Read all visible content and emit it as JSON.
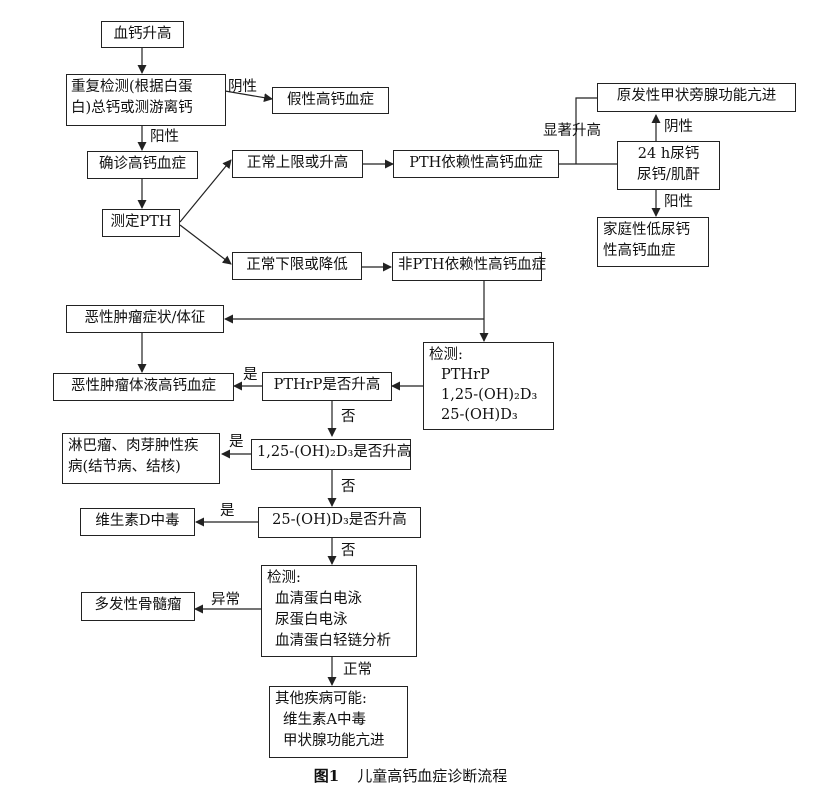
{
  "nodes": {
    "elevated_calcium": "血钙升高",
    "recheck": [
      "重复检测(根据白蛋",
      "白)总钙或测游离钙"
    ],
    "pseudo_hypercalcemia": "假性高钙血症",
    "confirmed": "确诊高钙血症",
    "measure_pth": "测定PTH",
    "upper_normal_or_high": "正常上限或升高",
    "pth_dependent": "PTH依赖性高钙血症",
    "primary_hyperparathyroidism": "原发性甲状旁腺功能亢进",
    "urine_calcium": [
      "24 h尿钙",
      "尿钙/肌酐"
    ],
    "familial_hypocalciuric": [
      "家庭性低尿钙",
      "性高钙血症"
    ],
    "lower_normal_or_low": "正常下限或降低",
    "non_pth_dependent": "非PTH依赖性高钙血症",
    "malignancy_signs": "恶性肿瘤症状/体征",
    "tests_1": [
      "检测:",
      "PTHrP",
      "1,25-(OH)₂D₃",
      "25-(OH)D₃"
    ],
    "humoral_malignancy": "恶性肿瘤体液高钙血症",
    "pthrp_elevated": "PTHrP是否升高",
    "lymphoma_granuloma": [
      "淋巴瘤、肉芽肿性疾",
      "病(结节病、结核)"
    ],
    "calcitriol_elevated": "1,25-(OH)₂D₃是否升高",
    "vitd_toxicity": "维生素D中毒",
    "calcidiol_elevated": "25-(OH)D₃是否升高",
    "tests_2": [
      "检测:",
      "血清蛋白电泳",
      "尿蛋白电泳",
      "血清蛋白轻链分析"
    ],
    "multiple_myeloma": "多发性骨髓瘤",
    "other_diseases": [
      "其他疾病可能:",
      "维生素A中毒",
      "甲状腺功能亢进"
    ]
  },
  "edge_labels": {
    "negative_1": "阴性",
    "positive_1": "阳性",
    "significantly_high": "显著升高",
    "negative_2": "阴性",
    "positive_2": "阳性",
    "yes_1": "是",
    "no_1": "否",
    "yes_2": "是",
    "no_2": "否",
    "yes_3": "是",
    "no_3": "否",
    "abnormal": "异常",
    "normal": "正常"
  },
  "caption": {
    "figure": "图1",
    "title": "儿童高钙血症诊断流程"
  }
}
